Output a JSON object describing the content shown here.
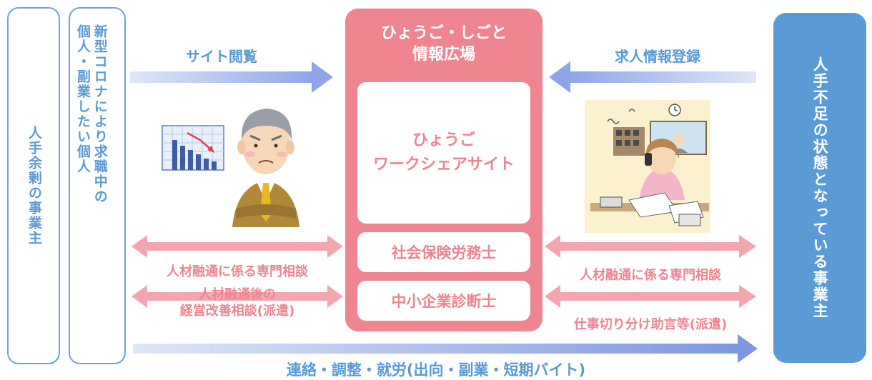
{
  "left": {
    "box1_text": "人手余剰の事業主",
    "box2_col1": "新型コロナにより求職中の",
    "box2_col2": "個人・副業したい個人"
  },
  "top_left_arrow_label": "サイト閲覧",
  "top_right_arrow_label": "求人情報登録",
  "center": {
    "title_line1": "ひょうご・しごと",
    "title_line2": "情報広場",
    "site_line1": "ひょうご",
    "site_line2": "ワークシェアサイト",
    "card_sharoushi": "社会保険労務士",
    "card_shindanshi": "中小企業診断士"
  },
  "left_arrow1_label": "人材融通に係る専門相談",
  "left_arrow2_line1": "人材融通後の",
  "left_arrow2_line2": "経営改善相談(派遣)",
  "right_arrow1_label": "人材融通に係る専門相談",
  "right_arrow2_label": "仕事切り分け助言等(派遣)",
  "bottom_label": "連絡・調整・就労(出向・副業・短期バイト)",
  "right_box_text": "人手不足の状態となっている事業主",
  "colors": {
    "pink": "#ee8591",
    "blue": "#5a9bd5",
    "arrow_blue": "#8fa8e6",
    "arrow_pink": "#f4a6b0"
  }
}
